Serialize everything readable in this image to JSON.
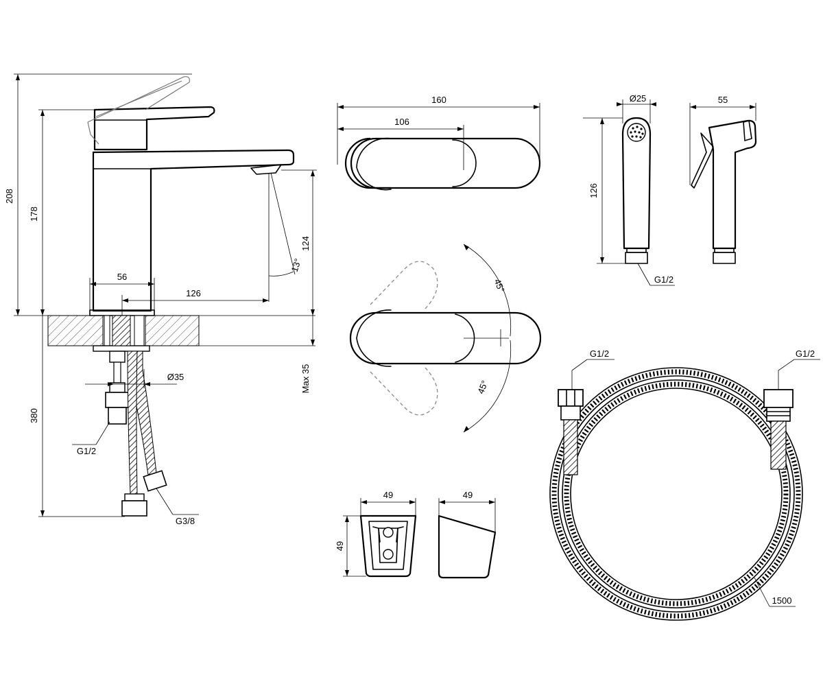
{
  "dimensions": {
    "faucet_total_height": "208",
    "faucet_body_height": "178",
    "faucet_base_width": "56",
    "faucet_reach": "126",
    "spout_height": "124",
    "spout_angle": "13°",
    "below_deck_length": "380",
    "max_deck_thickness": "Max 35",
    "hole_diameter": "Ø35",
    "inlet_thread": "G1/2",
    "supply_thread": "G3/8",
    "handle_length": "160",
    "lever_length": "106",
    "rotation_up": "45°",
    "rotation_down": "45°",
    "sprayer_diameter": "Ø25",
    "sprayer_length": "126",
    "sprayer_thread": "G1/2",
    "sprayer_depth": "55",
    "holder_width_front": "49",
    "holder_height": "49",
    "holder_width_side": "49",
    "hose_thread_left": "G1/2",
    "hose_thread_right": "G1/2",
    "hose_length": "1500"
  }
}
